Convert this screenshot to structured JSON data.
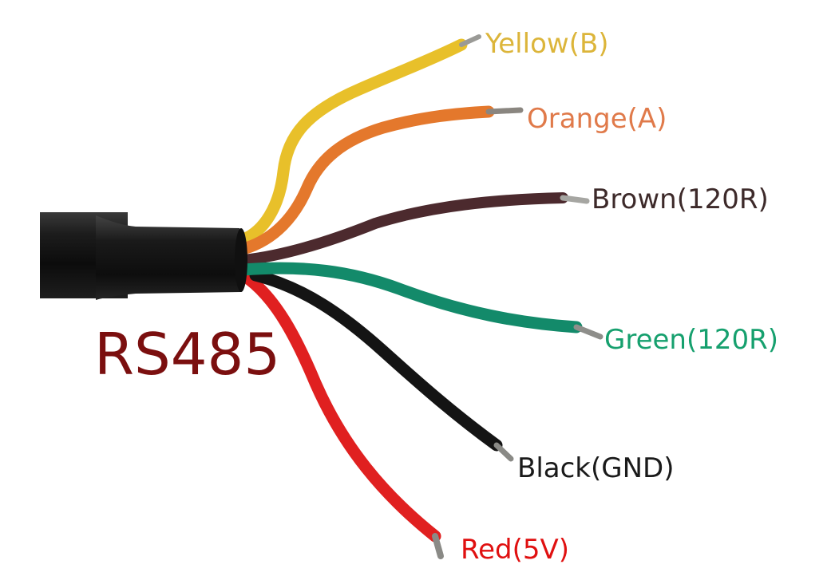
{
  "title": "RS485",
  "colors": {
    "title": "#7b0f0f",
    "jacket": "#151515"
  },
  "wires": [
    {
      "id": "yellow",
      "label": "Yellow(B)",
      "color": "#e8c02a",
      "label_color": "#dcb53a"
    },
    {
      "id": "orange",
      "label": "Orange(A)",
      "color": "#e4782c",
      "label_color": "#e07a4a"
    },
    {
      "id": "brown",
      "label": "Brown(120R)",
      "color": "#4c2a2e",
      "label_color": "#3d2a2a"
    },
    {
      "id": "green",
      "label": "Green(120R)",
      "color": "#138a6a",
      "label_color": "#16a06e"
    },
    {
      "id": "black",
      "label": "Black(GND)",
      "color": "#141414",
      "label_color": "#1a1a1a"
    },
    {
      "id": "red",
      "label": "Red(5V)",
      "color": "#e02020",
      "label_color": "#e01010"
    }
  ]
}
